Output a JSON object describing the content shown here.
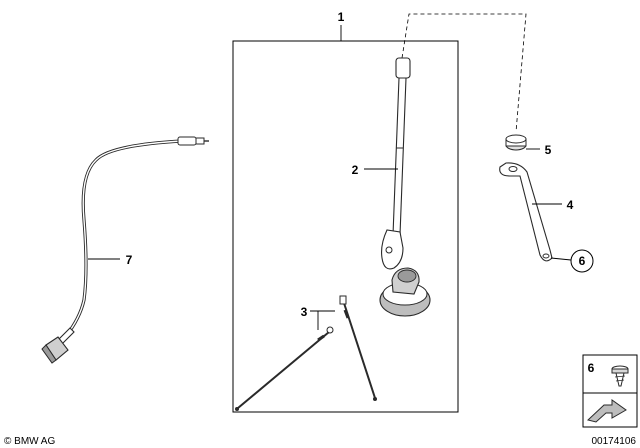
{
  "callouts": {
    "c1": "1",
    "c2": "2",
    "c3": "3",
    "c4": "4",
    "c5": "5",
    "c6": "6",
    "c7": "7",
    "legend_6": "6"
  },
  "footer": {
    "copyright": "© BMW AG",
    "image_number": "00174106"
  },
  "colors": {
    "line": "#2a2a2a",
    "shade": "#bdbdbd",
    "background": "#ffffff"
  }
}
